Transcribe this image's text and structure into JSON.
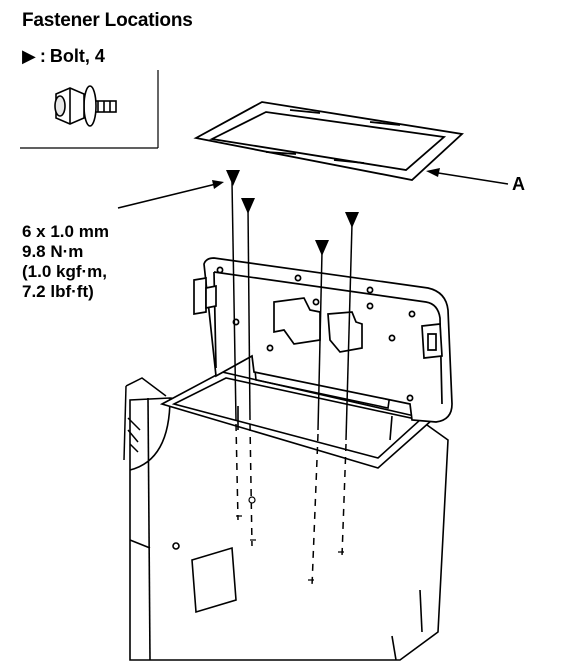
{
  "header": {
    "title": "Fastener Locations"
  },
  "legend": {
    "symbol": "▶",
    "separator": ":",
    "label": "Bolt, 4"
  },
  "spec": {
    "line1": "6 x 1.0 mm",
    "line2": "9.8 N·m",
    "line3": "(1.0 kgf·m,",
    "line4": "7.2 lbf·ft)"
  },
  "callouts": {
    "a": "A"
  },
  "colors": {
    "ink": "#000000",
    "paper": "#ffffff",
    "part_fill": "#f4f4f4"
  }
}
